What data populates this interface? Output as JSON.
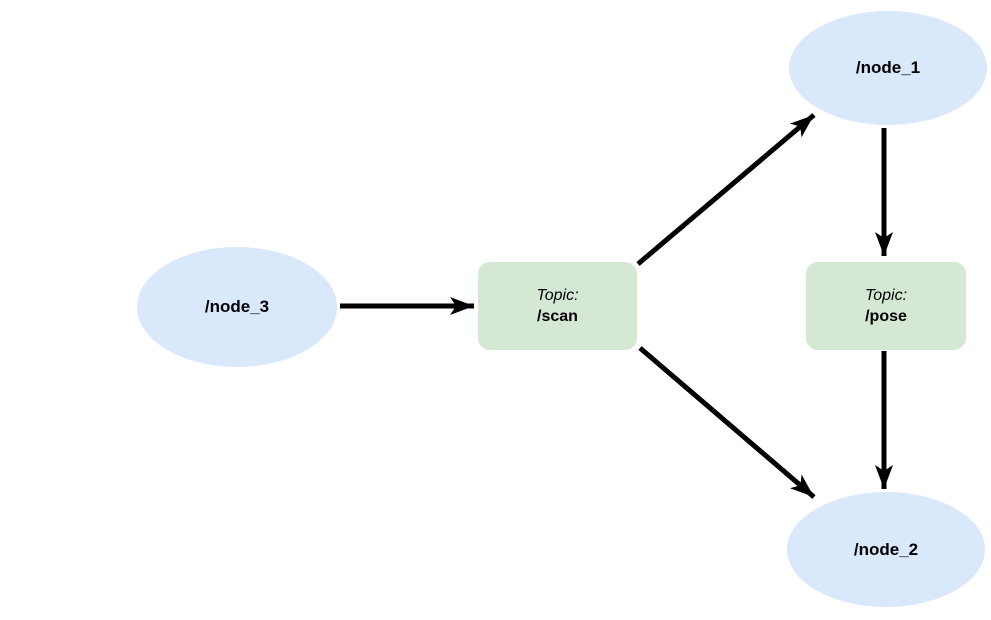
{
  "diagram": {
    "background": "#ffffff",
    "colors": {
      "node_fill": "#dae8fc",
      "topic_fill": "#d5e8d4",
      "edge": "#000000",
      "text": "#000000"
    },
    "nodes": [
      {
        "id": "node_3",
        "label": "/node_3",
        "shape": "ellipse"
      },
      {
        "id": "node_1",
        "label": "/node_1",
        "shape": "ellipse"
      },
      {
        "id": "node_2",
        "label": "/node_2",
        "shape": "ellipse"
      }
    ],
    "topics": [
      {
        "id": "scan",
        "prefix": "Topic:",
        "label": "/scan",
        "shape": "rounded-rect"
      },
      {
        "id": "pose",
        "prefix": "Topic:",
        "label": "/pose",
        "shape": "rounded-rect"
      }
    ],
    "edges": [
      {
        "from": "/node_3",
        "to": "/scan"
      },
      {
        "from": "/scan",
        "to": "/node_1"
      },
      {
        "from": "/scan",
        "to": "/node_2"
      },
      {
        "from": "/node_1",
        "to": "/pose"
      },
      {
        "from": "/pose",
        "to": "/node_2"
      }
    ]
  }
}
